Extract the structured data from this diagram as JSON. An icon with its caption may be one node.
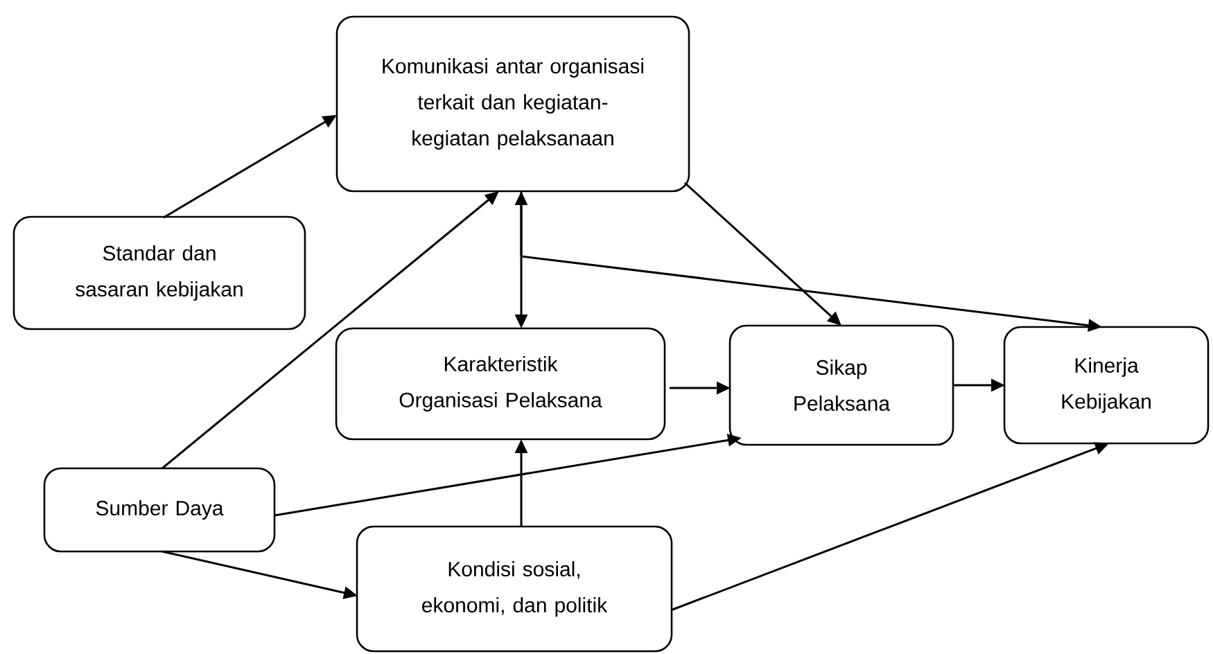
{
  "diagram": {
    "nodes": [
      {
        "text": [
          "Komunikasi antar organisasi terkait dan kegiatan-kegiatan pelaksanaan"
        ]
      },
      {
        "text": [
          "Standar dan sasaran kebijakan"
        ]
      },
      {
        "text": [
          "Karakteristik Organisasi Pelaksana"
        ]
      },
      {
        "text": [
          "Sikap Pelaksana"
        ]
      },
      {
        "text": [
          "Kinerja Kebijakan"
        ]
      },
      {
        "text": [
          "Sumber Daya"
        ]
      },
      {
        "text": [
          "Kondisi sosial, ekonomi, dan politik"
        ]
      }
    ],
    "edges": [
      {
        "from": 1,
        "to": 0,
        "arrow": "to"
      },
      {
        "from": 5,
        "to": 0,
        "arrow": "to"
      },
      {
        "from": 0,
        "to": 2,
        "arrow": "both"
      },
      {
        "from": 0,
        "to": 4,
        "arrow": "to"
      },
      {
        "from": 0,
        "to": 3,
        "arrow": "to"
      },
      {
        "from": 2,
        "to": 3,
        "arrow": "to"
      },
      {
        "from": 3,
        "to": 4,
        "arrow": "to"
      },
      {
        "from": 5,
        "to": 3,
        "arrow": "to"
      },
      {
        "from": 5,
        "to": 6,
        "arrow": "to"
      },
      {
        "from": 6,
        "to": 2,
        "arrow": "to"
      },
      {
        "from": 6,
        "to": 4,
        "arrow": "to"
      }
    ]
  }
}
